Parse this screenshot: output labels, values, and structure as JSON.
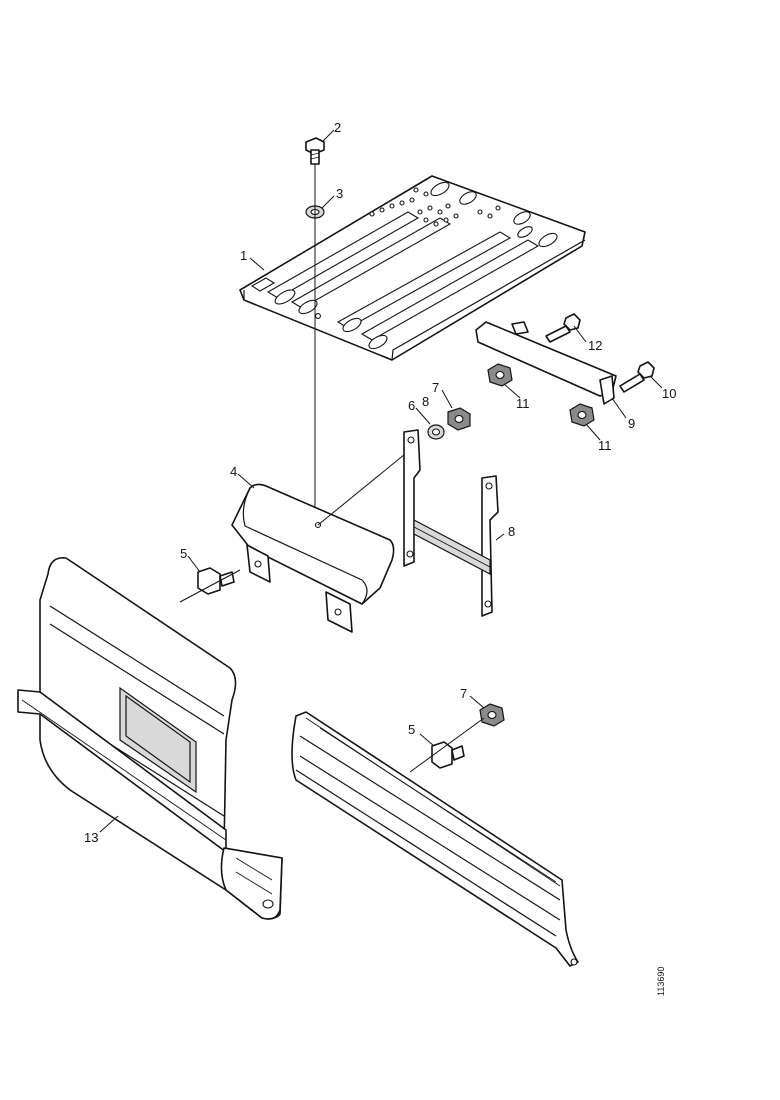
{
  "callouts": {
    "c1": "1",
    "c2": "2",
    "c3": "3",
    "c4": "4",
    "c5a": "5",
    "c5b": "5",
    "c6": "6",
    "c7a": "7",
    "c7b": "7",
    "c8a": "8",
    "c8b": "8",
    "c9": "9",
    "c10": "10",
    "c11a": "11",
    "c11b": "11",
    "c12": "12",
    "c13": "13"
  },
  "reference_code": "113690"
}
